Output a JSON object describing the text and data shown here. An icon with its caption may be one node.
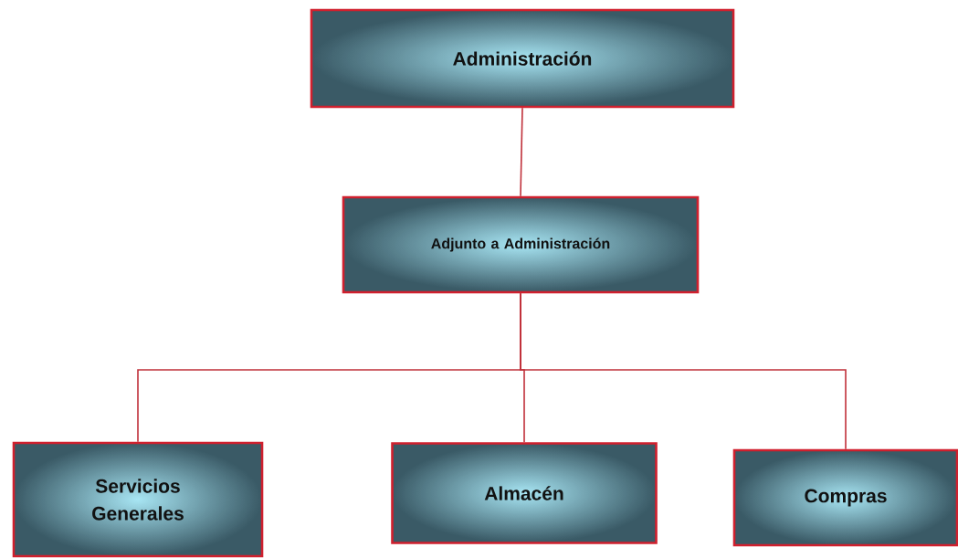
{
  "diagram": {
    "nodes": [
      {
        "text": [
          "Administración"
        ]
      },
      {
        "text": [
          "Adjunto a Administración"
        ]
      },
      {
        "text": [
          "Servicios Generales"
        ]
      },
      {
        "text": [
          "Almacén"
        ]
      },
      {
        "text": [
          "Compras"
        ]
      }
    ],
    "edges": [
      {
        "from": 0,
        "to": 1,
        "arrow": "none"
      },
      {
        "from": 1,
        "to": 2,
        "arrow": "none"
      },
      {
        "from": 1,
        "to": 3,
        "arrow": "none"
      },
      {
        "from": 1,
        "to": 4,
        "arrow": "none"
      }
    ]
  }
}
